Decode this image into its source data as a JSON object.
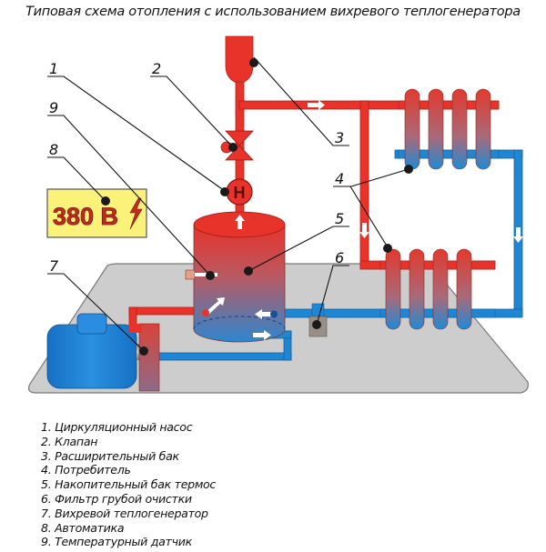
{
  "title": "Типовая схема отопления с использованием вихревого теплогенератора",
  "legend": [
    "1. Циркуляционный насос",
    "2. Клапан",
    "3. Расширительный бак",
    "4. Потребитель",
    "5. Накопительный бак термос",
    "6. Фильтр грубой очистки",
    "7. Вихревой теплогенератор",
    "8. Автоматика",
    "9. Температурный датчик"
  ],
  "callouts": {
    "c1": "1",
    "c2": "2",
    "c3": "3",
    "c4": "4",
    "c5": "5",
    "c6": "6",
    "c7": "7",
    "c8": "8",
    "c9": "9"
  },
  "voltage_sign": {
    "text": "380 В",
    "icon": "lightning-icon"
  },
  "pump_symbol": "Н",
  "colors": {
    "hot": "#e8332a",
    "cold": "#1f86d3",
    "floor": "#cfcfcf",
    "sign_bg": "#fbf27a",
    "motor": "#1d7fd0"
  }
}
